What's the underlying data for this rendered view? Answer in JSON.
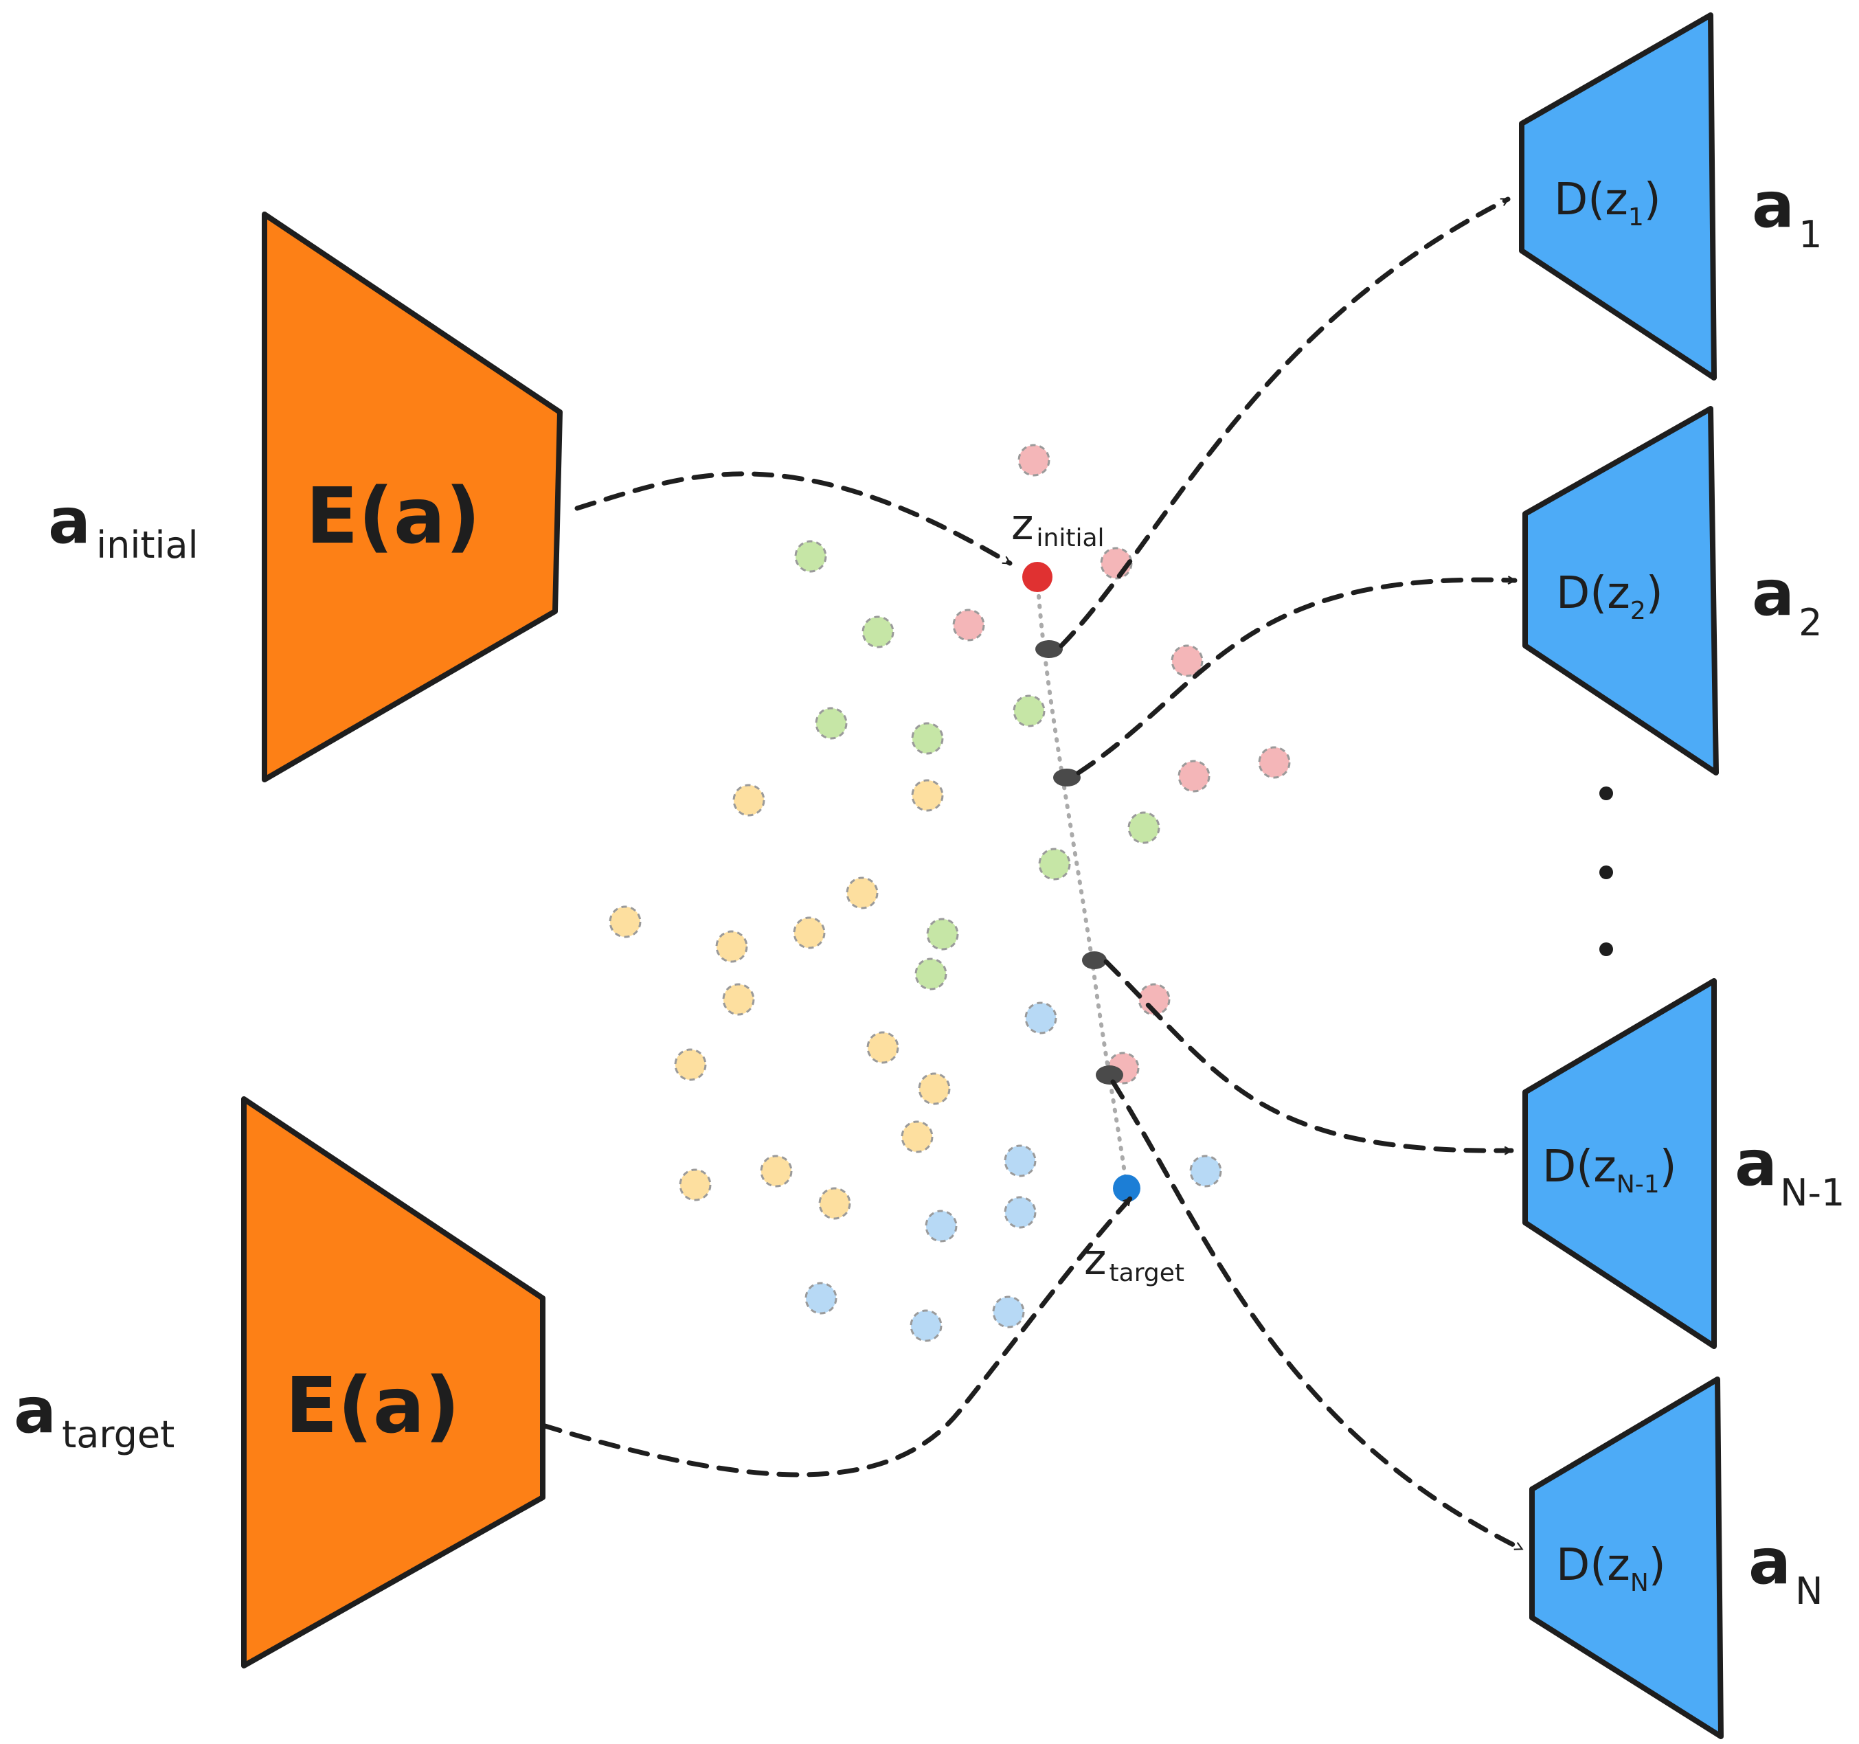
{
  "encoders": [
    {
      "label": "E(a)",
      "input_main": "a",
      "input_sub": "initial",
      "color": "#fd8016"
    },
    {
      "label": "E(a)",
      "input_main": "a",
      "input_sub": "target",
      "color": "#fd8016"
    }
  ],
  "decoders": [
    {
      "label_prefix": "D(z",
      "label_sub": "1",
      "label_suffix": ")",
      "output_main": "a",
      "output_sub": "1",
      "color": "#4dabf7"
    },
    {
      "label_prefix": "D(z",
      "label_sub": "2",
      "label_suffix": ")",
      "output_main": "a",
      "output_sub": "2",
      "color": "#4dabf7"
    },
    {
      "label_prefix": "D(z",
      "label_sub": "N-1",
      "label_suffix": ")",
      "output_main": "a",
      "output_sub": "N-1",
      "color": "#4dabf7"
    },
    {
      "label_prefix": "D(z",
      "label_sub": "N",
      "label_suffix": ")",
      "output_main": "a",
      "output_sub": "N",
      "color": "#4dabf7"
    }
  ],
  "latent": {
    "z_initial": {
      "main": "z",
      "sub": "initial",
      "color": "#e03131"
    },
    "z_target": {
      "main": "z",
      "sub": "target",
      "color": "#1c7ed6"
    }
  },
  "cluster_colors": {
    "red": "#f4b6b8",
    "green": "#c6e6a6",
    "yellow": "#fddf9f",
    "blue": "#b7d9f5",
    "path": "#3a3a3a"
  },
  "ellipsis": "⋮"
}
